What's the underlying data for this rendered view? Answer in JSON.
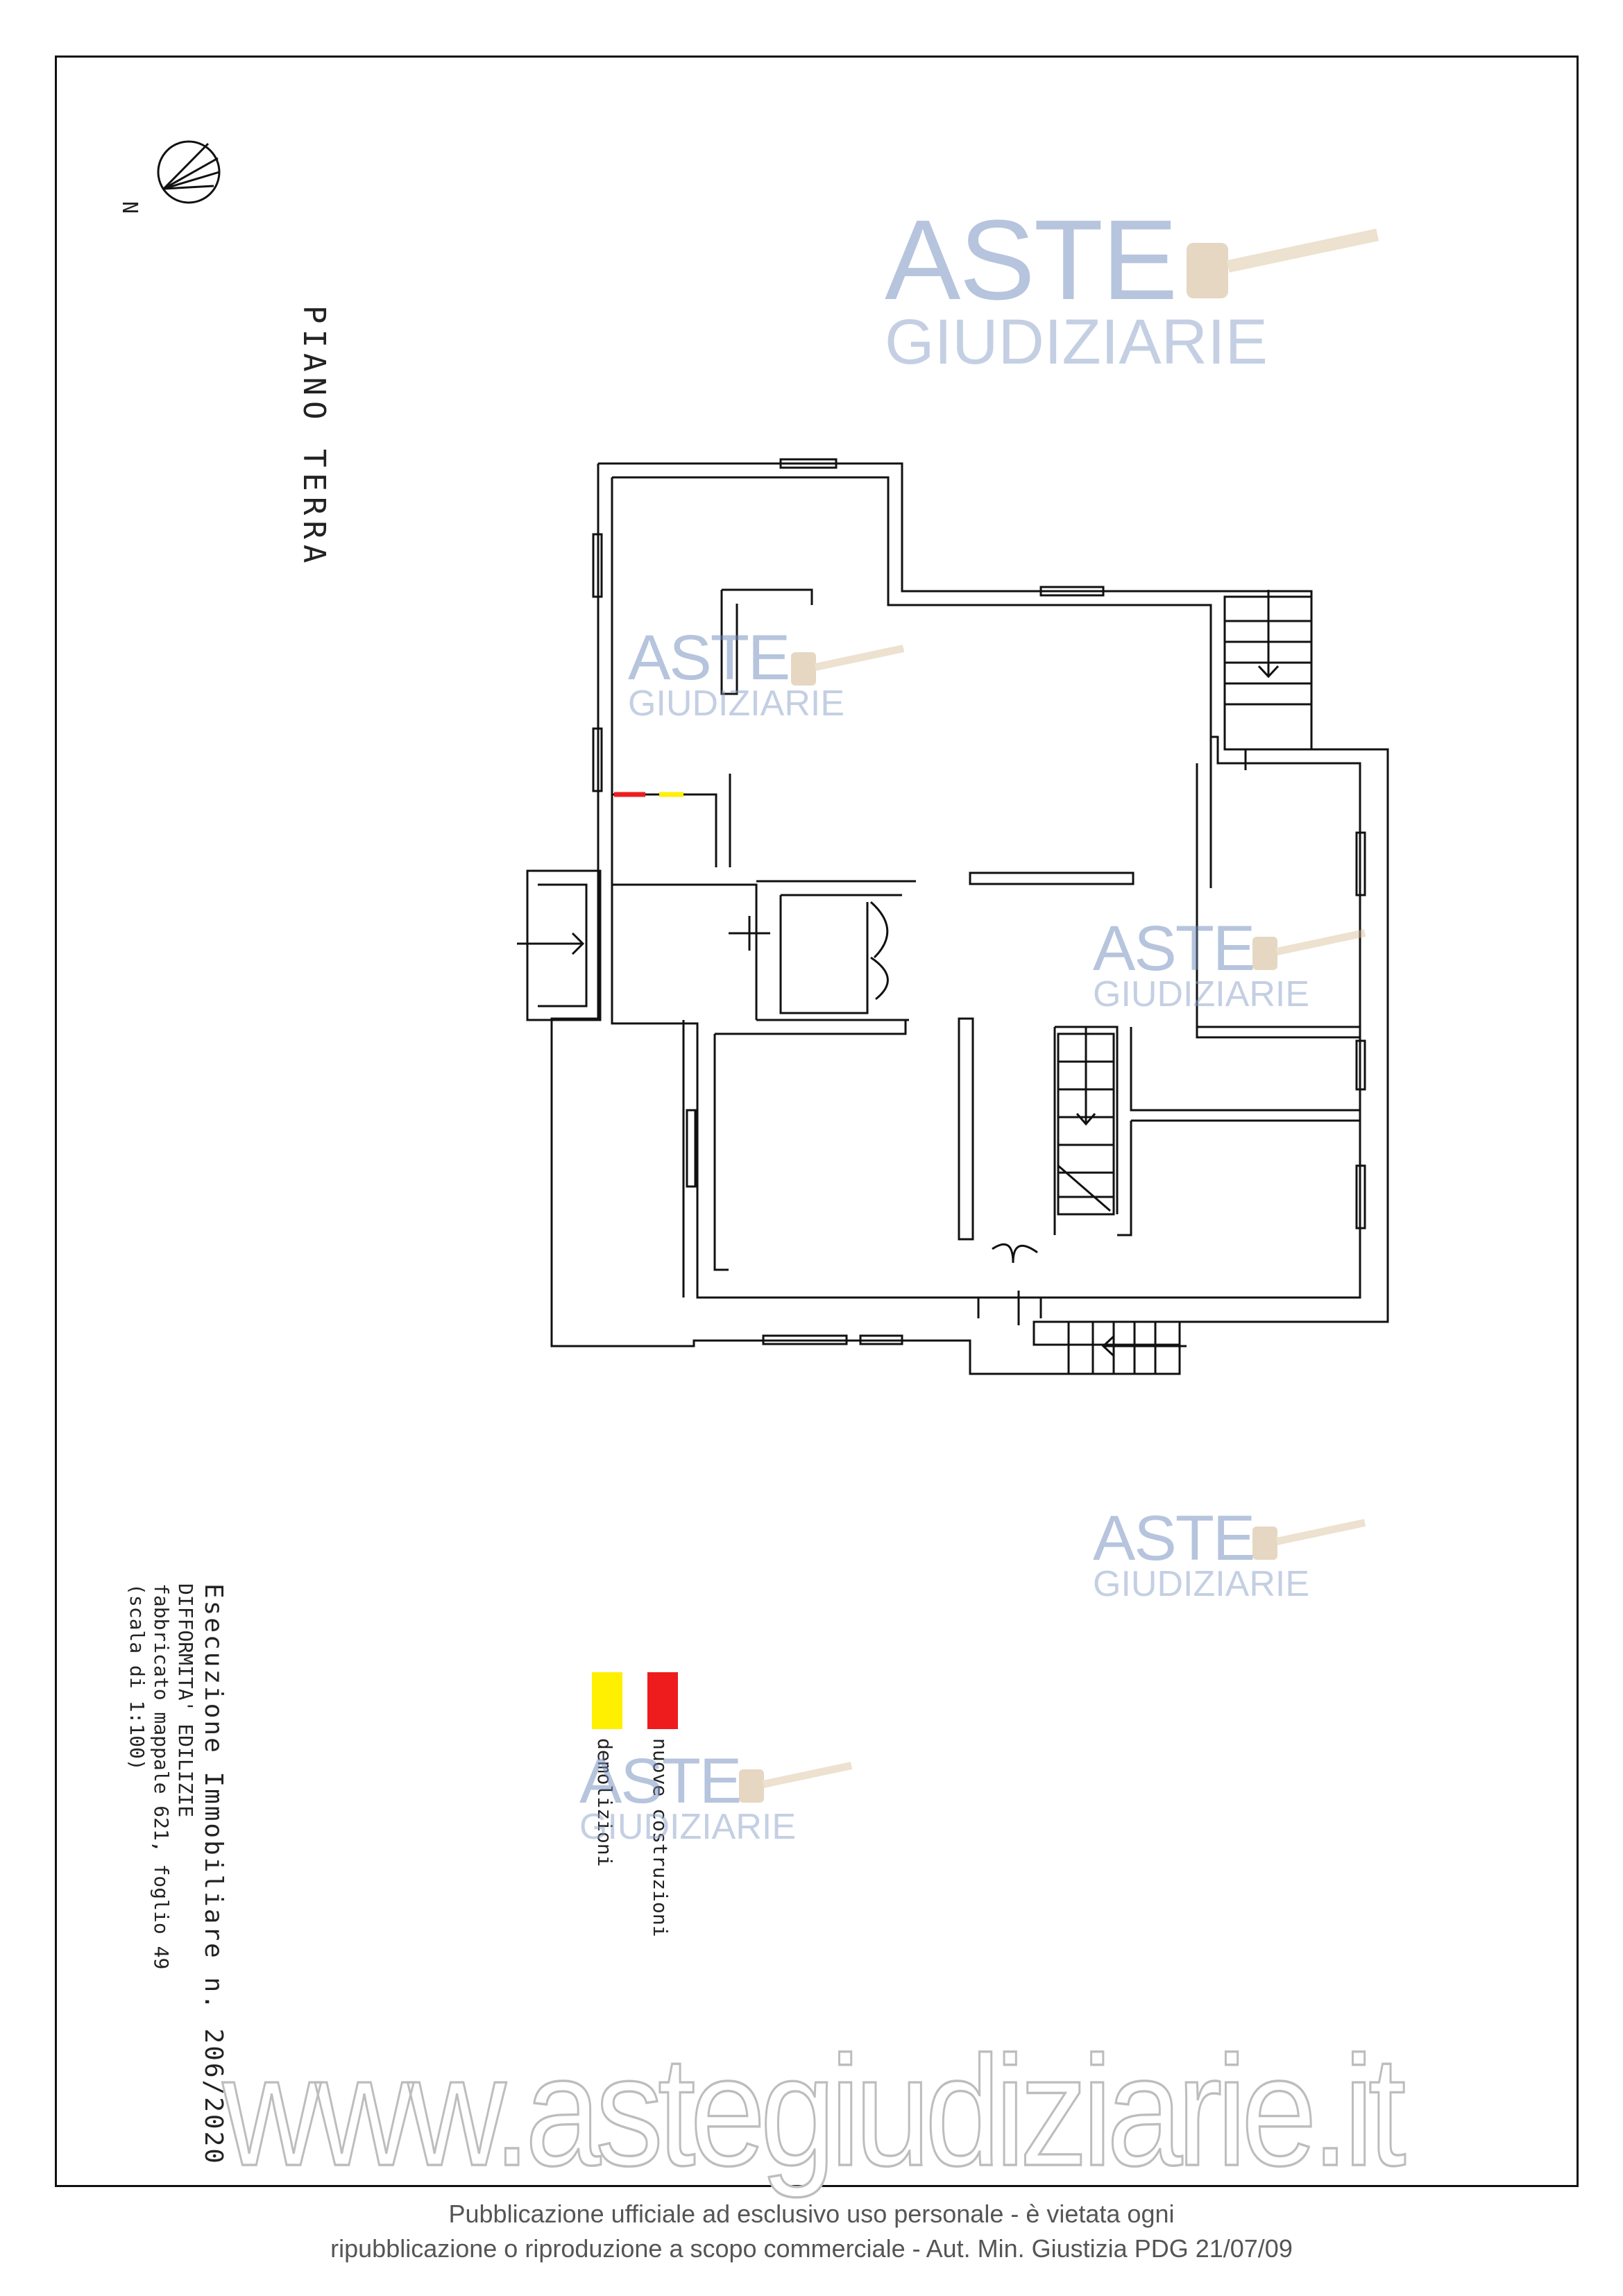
{
  "north_label": "N",
  "floor_title": "PIANO TERRA",
  "info": {
    "line1": "Esecuzione Immobiliare n. 206/2020",
    "line2": "DIFFORMITA' EDILIZIE",
    "line3": "fabbricato mappale 621, foglio 49",
    "line4": "(scala di 1:100)"
  },
  "legend": {
    "demolitions_label": "demolizioni",
    "new_construction_label": "nuove costruzioni",
    "demolitions_color": "#ffef00",
    "new_construction_color": "#ee1c1c"
  },
  "watermark": {
    "line1": "ASTE",
    "line2": "GIUDIZIARIE"
  },
  "site_url": "www.astegiudiziarie.it",
  "disclaimer": {
    "line1": "Pubblicazione ufficiale ad esclusivo uso personale - è vietata ogni",
    "line2": "ripubblicazione o riproduzione a scopo commerciale - Aut. Min. Giustizia PDG 21/07/09"
  }
}
